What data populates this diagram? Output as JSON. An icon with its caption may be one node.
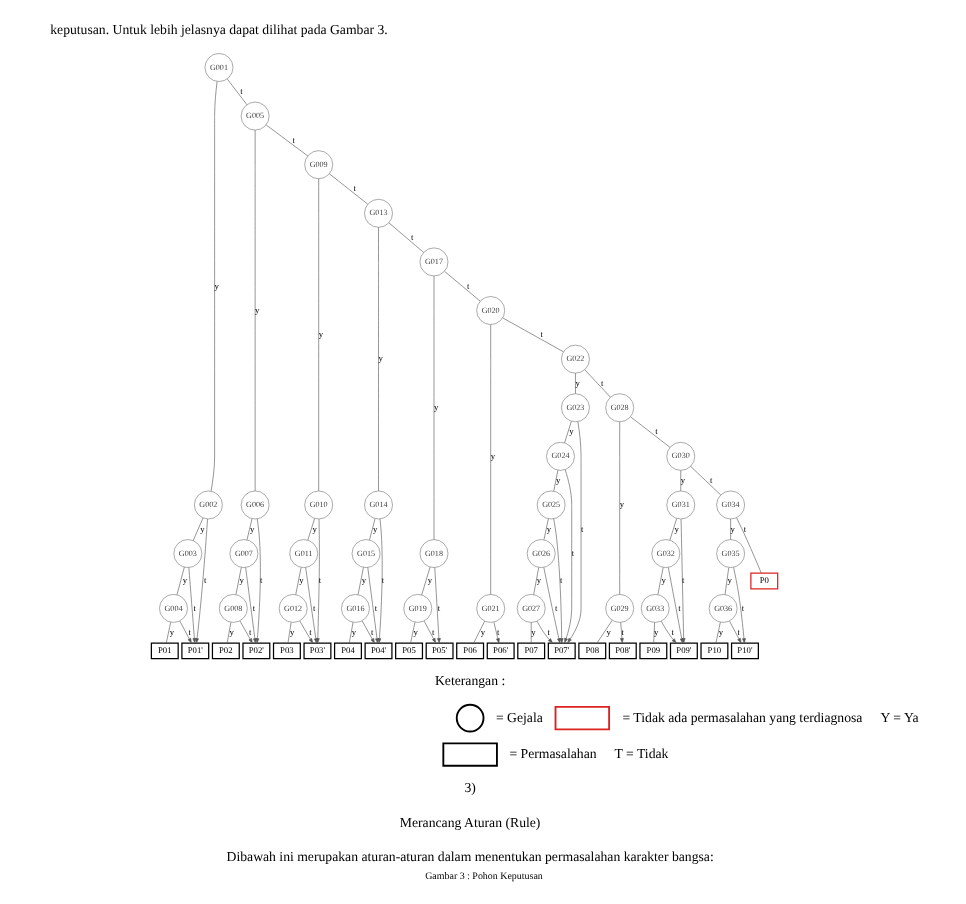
{
  "diagram": {
    "caption": "Gambar 3 : Pohon Keputusan",
    "nodes": [
      {
        "text": [
          "G001"
        ]
      },
      {
        "text": [
          "G002"
        ]
      },
      {
        "text": [
          "G003"
        ]
      },
      {
        "text": [
          "G004"
        ]
      },
      {
        "text": [
          "P01"
        ]
      },
      {
        "text": [
          "P01'"
        ]
      },
      {
        "text": [
          "G005"
        ]
      },
      {
        "text": [
          "G006"
        ]
      },
      {
        "text": [
          "G007"
        ]
      },
      {
        "text": [
          "G008"
        ]
      },
      {
        "text": [
          "P02"
        ]
      },
      {
        "text": [
          "P02'"
        ]
      },
      {
        "text": [
          "G009"
        ]
      },
      {
        "text": [
          "G010"
        ]
      },
      {
        "text": [
          "G011"
        ]
      },
      {
        "text": [
          "G012"
        ]
      },
      {
        "text": [
          "P03"
        ]
      },
      {
        "text": [
          "P03'"
        ]
      },
      {
        "text": [
          "G013"
        ]
      },
      {
        "text": [
          "G014"
        ]
      },
      {
        "text": [
          "G015"
        ]
      },
      {
        "text": [
          "G016"
        ]
      },
      {
        "text": [
          "P04"
        ]
      },
      {
        "text": [
          "P04'"
        ]
      },
      {
        "text": [
          "G017"
        ]
      },
      {
        "text": [
          "G018"
        ]
      },
      {
        "text": [
          "G019"
        ]
      },
      {
        "text": [
          "P05"
        ]
      },
      {
        "text": [
          "P05'"
        ]
      },
      {
        "text": [
          "G020"
        ]
      },
      {
        "text": [
          "G021"
        ]
      },
      {
        "text": [
          "P06"
        ]
      },
      {
        "text": [
          "P06'"
        ]
      },
      {
        "text": [
          "G022"
        ]
      },
      {
        "text": [
          "G023"
        ]
      },
      {
        "text": [
          "G024"
        ]
      },
      {
        "text": [
          "G025"
        ]
      },
      {
        "text": [
          "G026"
        ]
      },
      {
        "text": [
          "G027"
        ]
      },
      {
        "text": [
          "P07"
        ]
      },
      {
        "text": [
          "P07'"
        ]
      },
      {
        "text": [
          "G028"
        ]
      },
      {
        "text": [
          "G029"
        ]
      },
      {
        "text": [
          "P08"
        ]
      },
      {
        "text": [
          "P08'"
        ]
      },
      {
        "text": [
          "G030"
        ]
      },
      {
        "text": [
          "G031"
        ]
      },
      {
        "text": [
          "G032"
        ]
      },
      {
        "text": [
          "G033"
        ]
      },
      {
        "text": [
          "P09"
        ]
      },
      {
        "text": [
          "P09'"
        ]
      },
      {
        "text": [
          "G034"
        ]
      },
      {
        "text": [
          "G035"
        ]
      },
      {
        "text": [
          "G036"
        ]
      },
      {
        "text": [
          "P10"
        ]
      },
      {
        "text": [
          "P10'"
        ]
      },
      {
        "text": [
          "P0"
        ]
      }
    ],
    "edges": [
      {
        "from": 0,
        "to": 1,
        "arrow": "none",
        "label": "y"
      },
      {
        "from": 0,
        "to": 6,
        "arrow": "none",
        "label": "t"
      },
      {
        "from": 1,
        "to": 2,
        "arrow": "none",
        "label": "y"
      },
      {
        "from": 1,
        "to": 5,
        "arrow": "to",
        "label": "t"
      },
      {
        "from": 2,
        "to": 3,
        "arrow": "none",
        "label": "y"
      },
      {
        "from": 2,
        "to": 5,
        "arrow": "to",
        "label": "t"
      },
      {
        "from": 3,
        "to": 4,
        "arrow": "none",
        "label": "y"
      },
      {
        "from": 3,
        "to": 5,
        "arrow": "to",
        "label": "t"
      },
      {
        "from": 6,
        "to": 7,
        "arrow": "none",
        "label": "y"
      },
      {
        "from": 6,
        "to": 12,
        "arrow": "none",
        "label": "t"
      },
      {
        "from": 7,
        "to": 8,
        "arrow": "none",
        "label": "y"
      },
      {
        "from": 7,
        "to": 11,
        "arrow": "to",
        "label": "t"
      },
      {
        "from": 8,
        "to": 9,
        "arrow": "none",
        "label": "y"
      },
      {
        "from": 8,
        "to": 11,
        "arrow": "to",
        "label": "t"
      },
      {
        "from": 9,
        "to": 10,
        "arrow": "none",
        "label": "y"
      },
      {
        "from": 9,
        "to": 11,
        "arrow": "to",
        "label": "t"
      },
      {
        "from": 12,
        "to": 13,
        "arrow": "none",
        "label": "y"
      },
      {
        "from": 12,
        "to": 18,
        "arrow": "none",
        "label": "t"
      },
      {
        "from": 13,
        "to": 14,
        "arrow": "none",
        "label": "y"
      },
      {
        "from": 13,
        "to": 17,
        "arrow": "to",
        "label": "t"
      },
      {
        "from": 14,
        "to": 15,
        "arrow": "none",
        "label": "y"
      },
      {
        "from": 14,
        "to": 17,
        "arrow": "to",
        "label": "t"
      },
      {
        "from": 15,
        "to": 16,
        "arrow": "none",
        "label": "y"
      },
      {
        "from": 15,
        "to": 17,
        "arrow": "to",
        "label": "t"
      },
      {
        "from": 18,
        "to": 19,
        "arrow": "none",
        "label": "y"
      },
      {
        "from": 18,
        "to": 24,
        "arrow": "none",
        "label": "t"
      },
      {
        "from": 19,
        "to": 20,
        "arrow": "none",
        "label": "y"
      },
      {
        "from": 19,
        "to": 23,
        "arrow": "to",
        "label": "t"
      },
      {
        "from": 20,
        "to": 21,
        "arrow": "none",
        "label": "y"
      },
      {
        "from": 20,
        "to": 23,
        "arrow": "to",
        "label": "t"
      },
      {
        "from": 21,
        "to": 22,
        "arrow": "none",
        "label": "y"
      },
      {
        "from": 21,
        "to": 23,
        "arrow": "to",
        "label": "t"
      },
      {
        "from": 24,
        "to": 25,
        "arrow": "none",
        "label": "y"
      },
      {
        "from": 24,
        "to": 29,
        "arrow": "none",
        "label": "t"
      },
      {
        "from": 25,
        "to": 26,
        "arrow": "none",
        "label": "y"
      },
      {
        "from": 25,
        "to": 28,
        "arrow": "to",
        "label": "t"
      },
      {
        "from": 26,
        "to": 27,
        "arrow": "none",
        "label": "y"
      },
      {
        "from": 26,
        "to": 28,
        "arrow": "to",
        "label": "t"
      },
      {
        "from": 29,
        "to": 30,
        "arrow": "none",
        "label": "y"
      },
      {
        "from": 29,
        "to": 33,
        "arrow": "none",
        "label": "t"
      },
      {
        "from": 30,
        "to": 31,
        "arrow": "none",
        "label": "y"
      },
      {
        "from": 30,
        "to": 32,
        "arrow": "to",
        "label": "t"
      },
      {
        "from": 33,
        "to": 34,
        "arrow": "none",
        "label": "y"
      },
      {
        "from": 33,
        "to": 41,
        "arrow": "none",
        "label": "t"
      },
      {
        "from": 34,
        "to": 35,
        "arrow": "none",
        "label": "y"
      },
      {
        "from": 34,
        "to": 40,
        "arrow": "to",
        "label": "t"
      },
      {
        "from": 35,
        "to": 36,
        "arrow": "none",
        "label": "y"
      },
      {
        "from": 35,
        "to": 40,
        "arrow": "to",
        "label": "t"
      },
      {
        "from": 36,
        "to": 37,
        "arrow": "none",
        "label": "y"
      },
      {
        "from": 36,
        "to": 40,
        "arrow": "to",
        "label": "t"
      },
      {
        "from": 37,
        "to": 38,
        "arrow": "none",
        "label": "y"
      },
      {
        "from": 37,
        "to": 40,
        "arrow": "to",
        "label": "t"
      },
      {
        "from": 38,
        "to": 39,
        "arrow": "none",
        "label": "y"
      },
      {
        "from": 38,
        "to": 40,
        "arrow": "to",
        "label": "t"
      },
      {
        "from": 41,
        "to": 42,
        "arrow": "none",
        "label": "y"
      },
      {
        "from": 41,
        "to": 45,
        "arrow": "none",
        "label": "t"
      },
      {
        "from": 42,
        "to": 43,
        "arrow": "none",
        "label": "y"
      },
      {
        "from": 42,
        "to": 44,
        "arrow": "to",
        "label": "t"
      },
      {
        "from": 45,
        "to": 46,
        "arrow": "none",
        "label": "y"
      },
      {
        "from": 45,
        "to": 51,
        "arrow": "none",
        "label": "t"
      },
      {
        "from": 46,
        "to": 47,
        "arrow": "none",
        "label": "y"
      },
      {
        "from": 46,
        "to": 50,
        "arrow": "to",
        "label": "t"
      },
      {
        "from": 47,
        "to": 48,
        "arrow": "none",
        "label": "y"
      },
      {
        "from": 47,
        "to": 50,
        "arrow": "to",
        "label": "t"
      },
      {
        "from": 48,
        "to": 49,
        "arrow": "none",
        "label": "y"
      },
      {
        "from": 48,
        "to": 50,
        "arrow": "to",
        "label": "t"
      },
      {
        "from": 51,
        "to": 52,
        "arrow": "none",
        "label": "y"
      },
      {
        "from": 51,
        "to": 56,
        "arrow": "none",
        "label": "t"
      },
      {
        "from": 52,
        "to": 53,
        "arrow": "none",
        "label": "y"
      },
      {
        "from": 52,
        "to": 55,
        "arrow": "to",
        "label": "t"
      },
      {
        "from": 53,
        "to": 54,
        "arrow": "none",
        "label": "y"
      },
      {
        "from": 53,
        "to": 55,
        "arrow": "to",
        "label": "t"
      }
    ],
    "labels": [
      "keputusan. Untuk lebih jelasnya dapat dilihat pada Gambar 3.",
      "Keterangan :",
      "Y = Ya",
      "T = Tidak",
      "3)",
      "Merancang Aturan (Rule)",
      "Dibawah ini merupakan aturan-aturan dalam menentukan permasalahan karakter bangsa:"
    ],
    "legend": [
      {
        "text": "= Gejala"
      },
      {
        "text": "= Tidak ada permasalahan yang terdiagnosa"
      },
      {
        "text": "= Permasalahan"
      }
    ]
  }
}
